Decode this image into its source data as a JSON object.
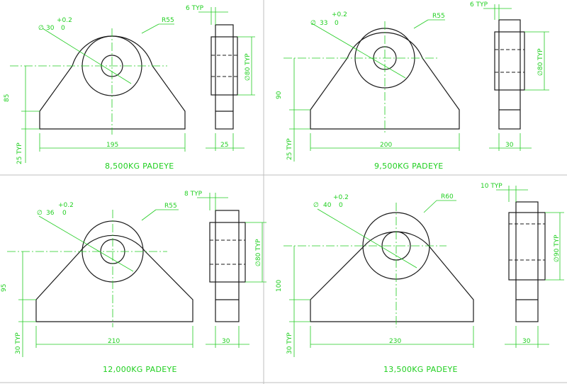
{
  "colors": {
    "dimension": "#22cc22",
    "outline": "#1a1a1a",
    "background": "#ffffff"
  },
  "panels": [
    {
      "title": "8,500KG PADEYE",
      "bore_symbol": "∅",
      "bore_dia": "30",
      "tol_upper": "+0.2",
      "tol_lower": "0",
      "radius": "R55",
      "hole_height": "85",
      "base_thickness": "25 TYP",
      "base_width": "195",
      "cheek_thickness": "6 TYP",
      "cheek_dia": "∅80 TYP",
      "plate_thickness": "25"
    },
    {
      "title": "9,500KG PADEYE",
      "bore_symbol": "∅",
      "bore_dia": "33",
      "tol_upper": "+0.2",
      "tol_lower": "0",
      "radius": "R55",
      "hole_height": "90",
      "base_thickness": "25 TYP",
      "base_width": "200",
      "cheek_thickness": "6 TYP",
      "cheek_dia": "∅80 TYP",
      "plate_thickness": "30"
    },
    {
      "title": "12,000KG PADEYE",
      "bore_symbol": "∅",
      "bore_dia": "36",
      "tol_upper": "+0.2",
      "tol_lower": "0",
      "radius": "R55",
      "hole_height": "95",
      "base_thickness": "30 TYP",
      "base_width": "210",
      "cheek_thickness": "8 TYP",
      "cheek_dia": "∅80 TYP",
      "plate_thickness": "30"
    },
    {
      "title": "13,500KG PADEYE",
      "bore_symbol": "∅",
      "bore_dia": "40",
      "tol_upper": "+0.2",
      "tol_lower": "0",
      "radius": "R60",
      "hole_height": "100",
      "base_thickness": "30 TYP",
      "base_width": "230",
      "cheek_thickness": "10 TYP",
      "cheek_dia": "∅90 TYP",
      "plate_thickness": "30"
    }
  ]
}
